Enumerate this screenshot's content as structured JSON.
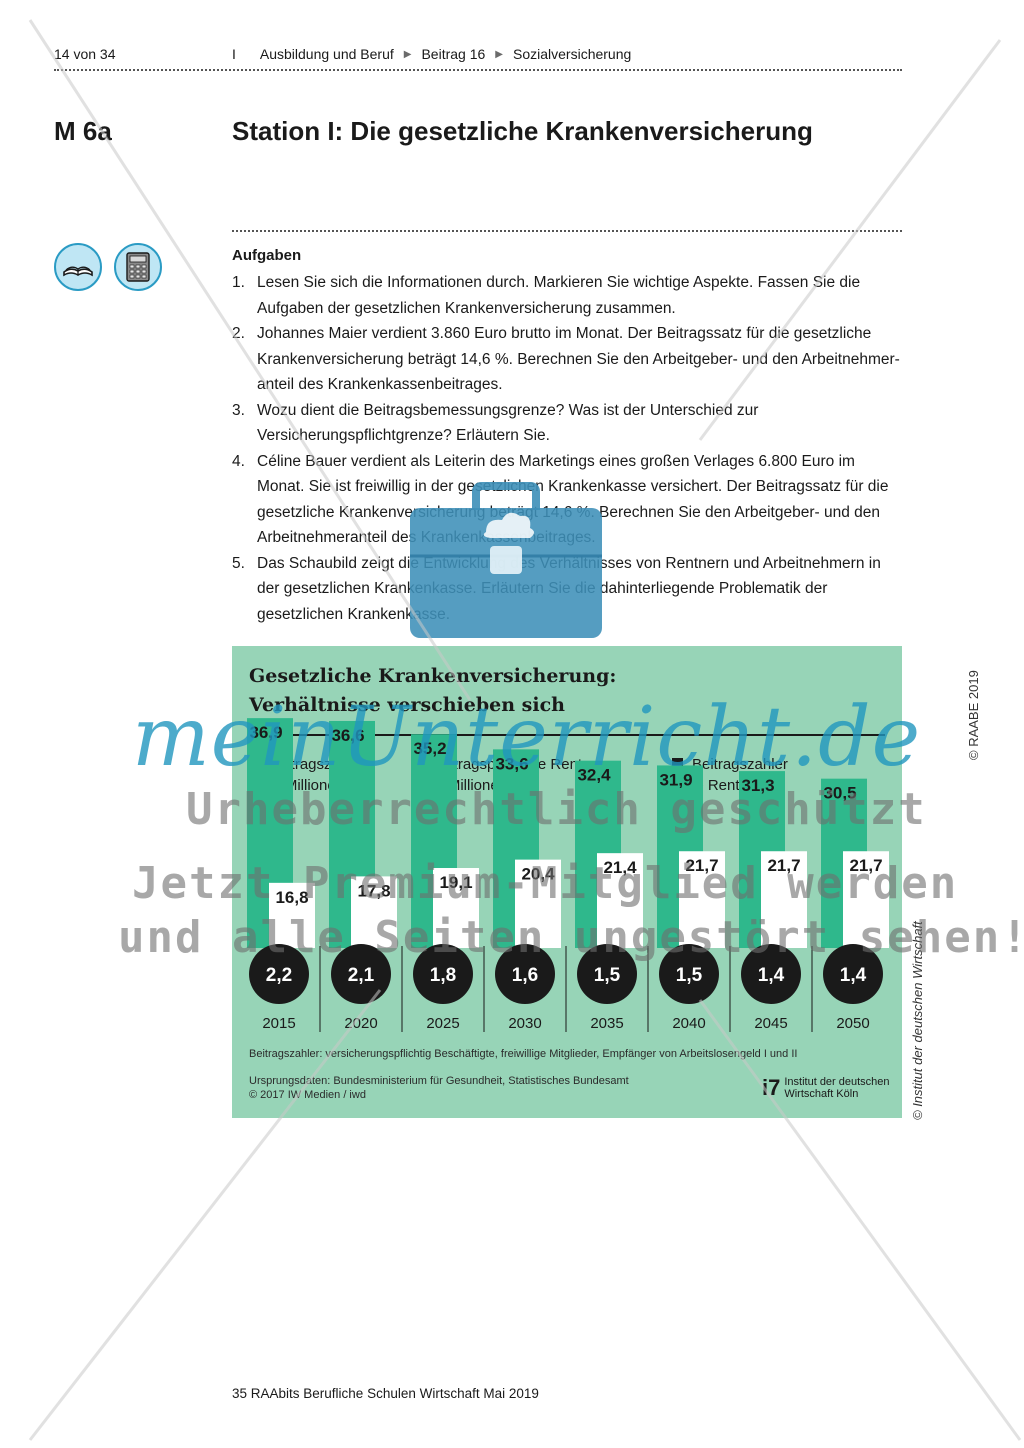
{
  "header": {
    "page": "14 von 34",
    "section": "I",
    "crumbs": [
      "Ausbildung und Beruf",
      "Beitrag 16",
      "Sozialversicherung"
    ]
  },
  "material_label": "M 6a",
  "title": "Station I: Die gesetzliche Krankenversicherung",
  "icons": [
    "book-icon",
    "calculator-icon"
  ],
  "tasks": {
    "heading": "Aufgaben",
    "items": [
      {
        "num": "1.",
        "text": "Lesen Sie sich die Informationen durch. Markieren Sie wichtige Aspekte. Fassen Sie die Aufgaben der gesetzlichen Krankenversicherung zusammen."
      },
      {
        "num": "2.",
        "text": "Johannes Maier verdient 3.860 Euro brutto im Monat. Der Beitragssatz für die gesetzliche Krankenversicherung beträgt 14,6 %. Berechnen Sie den Arbeitgeber- und den Arbeitnehmer­anteil des Krankenkassenbeitrages."
      },
      {
        "num": "3.",
        "text": "Wozu dient die Beitragsbemessungsgrenze? Was ist der Unterschied zur Versicherungspflicht­grenze? Erläutern Sie."
      },
      {
        "num": "4.",
        "text": "Céline Bauer verdient als Leiterin des Marketings eines großen Verlages 6.800 Euro im Monat. Sie ist freiwillig in der gesetzlichen Krankenkasse versichert. Der Beitragssatz für die gesetz­liche Krankenversicherung beträgt 14,6 %. Berechnen Sie den Arbeitgeber- und den Arbeit­nehmeranteil des Krankenkassenbeitrages."
      },
      {
        "num": "5.",
        "text": "Das Schaubild zeigt die Entwicklung des Verhältnisses von Rentnern und Arbeitnehmern in der gesetzlichen Krankenkasse. Erläutern Sie die dahinterliegende Problematik der gesetzlichen Krankenkasse."
      }
    ]
  },
  "chart_data": {
    "type": "bar",
    "title_line1": "Gesetzliche Krankenversicherung:",
    "title_line2": "Verhältnisse verschieben sich",
    "categories": [
      "2015",
      "2020",
      "2025",
      "2030",
      "2035",
      "2040",
      "2045",
      "2050"
    ],
    "series": [
      {
        "name": "Beitragszahler in Millionen",
        "values": [
          36.9,
          36.6,
          35.2,
          33.6,
          32.4,
          31.9,
          31.3,
          30.5
        ],
        "labels": [
          "36,9",
          "36,6",
          "35,2",
          "33,6",
          "32,4",
          "31,9",
          "31,3",
          "30,5"
        ],
        "color": "#2fb88c"
      },
      {
        "name": "Beitragspflichtige Rentner in Millionen",
        "values": [
          16.8,
          17.8,
          19.1,
          20.4,
          21.4,
          21.7,
          21.7,
          21.7
        ],
        "labels": [
          "16,8",
          "17,8",
          "19,1",
          "20,4",
          "21,4",
          "21,7",
          "21,7",
          "21,7"
        ],
        "color": "#ffffff"
      },
      {
        "name": "Beitragszahler je Rentner",
        "values": [
          2.2,
          2.1,
          1.8,
          1.6,
          1.5,
          1.5,
          1.4,
          1.4
        ],
        "labels": [
          "2,2",
          "2,1",
          "1,8",
          "1,6",
          "1,5",
          "1,5",
          "1,4",
          "1,4"
        ],
        "color": "#1a1a1a"
      }
    ],
    "legend": [
      {
        "line1": "Beitragszahler",
        "line2": "in Millionen",
        "color": "#2fb88c"
      },
      {
        "line1": "Beitragspflichtige Rentner",
        "line2": "in Millionen",
        "color": "#ffffff"
      },
      {
        "line1": "Beitragszahler",
        "line2": "je Rentner",
        "color": "#1a1a1a"
      }
    ],
    "legend_placement": "top",
    "grid": false,
    "footnote": "Beitragszahler: versicherungspflichtig Beschäftigte, freiwillige Mitglieder, Empfänger von Arbeitslosengeld I und II",
    "source_line1": "Ursprungsdaten: Bundesministerium für Gesundheit, Statistisches Bundesamt",
    "source_line2": "© 2017 IW Medien / iwd",
    "publisher_line1": "Institut der deutschen",
    "publisher_line2": "Wirtschaft Köln",
    "background": "#97d4b7"
  },
  "side_texts": {
    "raabe": "© RAABE 2019",
    "iwd": "© Institut der deutschen Wirtschaft"
  },
  "footer": "35 RAAbits Berufliche Schulen Wirtschaft Mai 2019",
  "watermark": {
    "brand": "meinUnterricht.de",
    "line1": "Urheberrechtlich geschützt",
    "line2": "Jetzt Premium-Mitglied werden",
    "line3": "und alle Seiten ungestört sehen!"
  },
  "colors": {
    "accent_blue": "#2a9bc4",
    "briefcase": "#3d8fb8",
    "chart_green": "#2fb88c"
  }
}
